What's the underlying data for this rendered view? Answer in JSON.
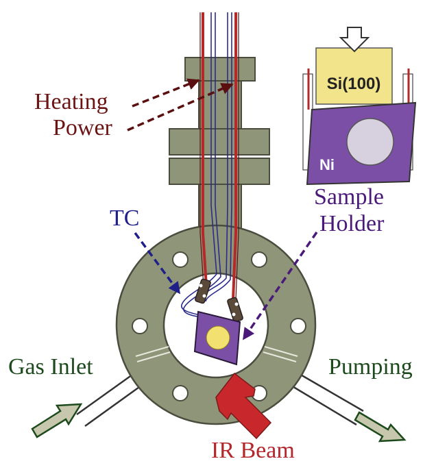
{
  "labels": {
    "heating_power_line1": "Heating",
    "heating_power_line2": "Power",
    "tc": "TC",
    "sample_holder_line1": "Sample",
    "sample_holder_line2": "Holder",
    "gas_inlet": "Gas Inlet",
    "pumping": "Pumping",
    "ir_beam": "IR Beam",
    "si_crystal": "Si(100)",
    "ni_plate": "Ni"
  },
  "colors": {
    "flange": "#8f9578",
    "flange_dark": "#4a4c3e",
    "heater_wire": "#b32a2a",
    "tc_wire": "#2b2b8c",
    "heating_label": "#6b1414",
    "tc_label": "#1f1f8a",
    "holder_label": "#4a1a7a",
    "gas_label": "#1d4a1d",
    "ir_label": "#b3262b",
    "ir_arrow": "#c8282c",
    "si_crystal": "#f2e48a",
    "ni_plate": "#7c4fa6",
    "sample_spot": "#f2e070",
    "flow_arrow": "#c7c7ad"
  }
}
